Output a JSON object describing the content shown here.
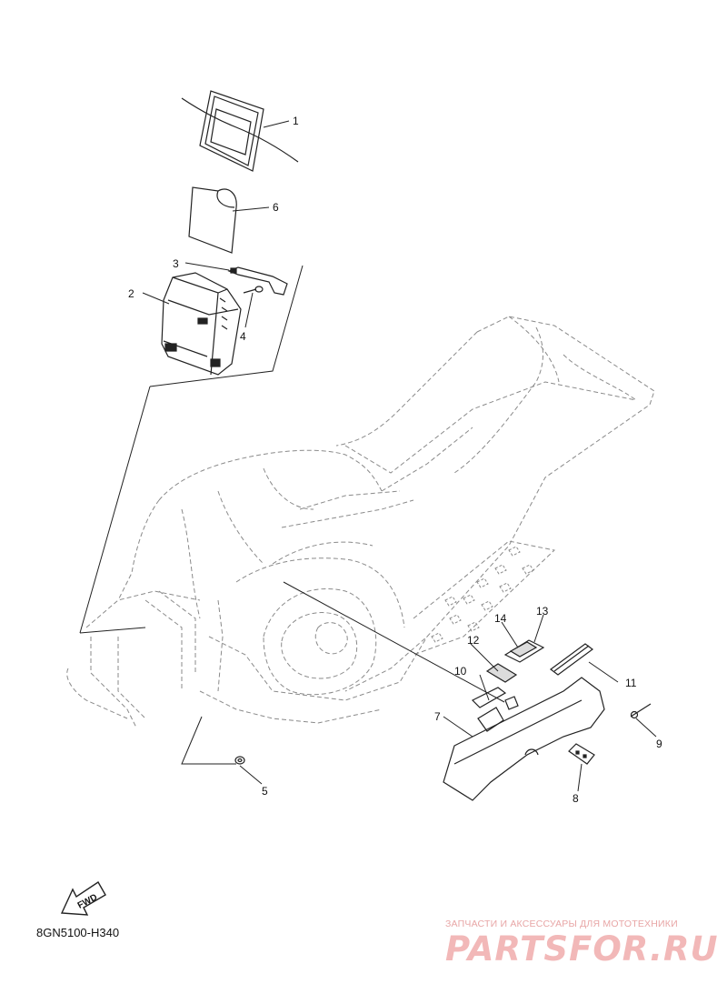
{
  "callouts": [
    {
      "id": "1",
      "label": "1"
    },
    {
      "id": "2",
      "label": "2"
    },
    {
      "id": "3",
      "label": "3"
    },
    {
      "id": "4",
      "label": "4"
    },
    {
      "id": "5",
      "label": "5"
    },
    {
      "id": "6",
      "label": "6"
    },
    {
      "id": "7",
      "label": "7"
    },
    {
      "id": "8",
      "label": "8"
    },
    {
      "id": "9",
      "label": "9"
    },
    {
      "id": "10",
      "label": "10"
    },
    {
      "id": "11",
      "label": "11"
    },
    {
      "id": "12",
      "label": "12"
    },
    {
      "id": "13",
      "label": "13"
    },
    {
      "id": "14",
      "label": "14"
    }
  ],
  "fwd_label": "FWD",
  "part_code": "8GN5100-H340",
  "watermark": {
    "tagline": "ЗАПЧАСТИ И АКСЕССУАРЫ ДЛЯ МОТОТЕХНИКИ",
    "brand": "PARTSFOR.RU",
    "color": "#f2b8b8"
  },
  "colors": {
    "line": "#222222",
    "ghost": "#8a8a8a"
  }
}
